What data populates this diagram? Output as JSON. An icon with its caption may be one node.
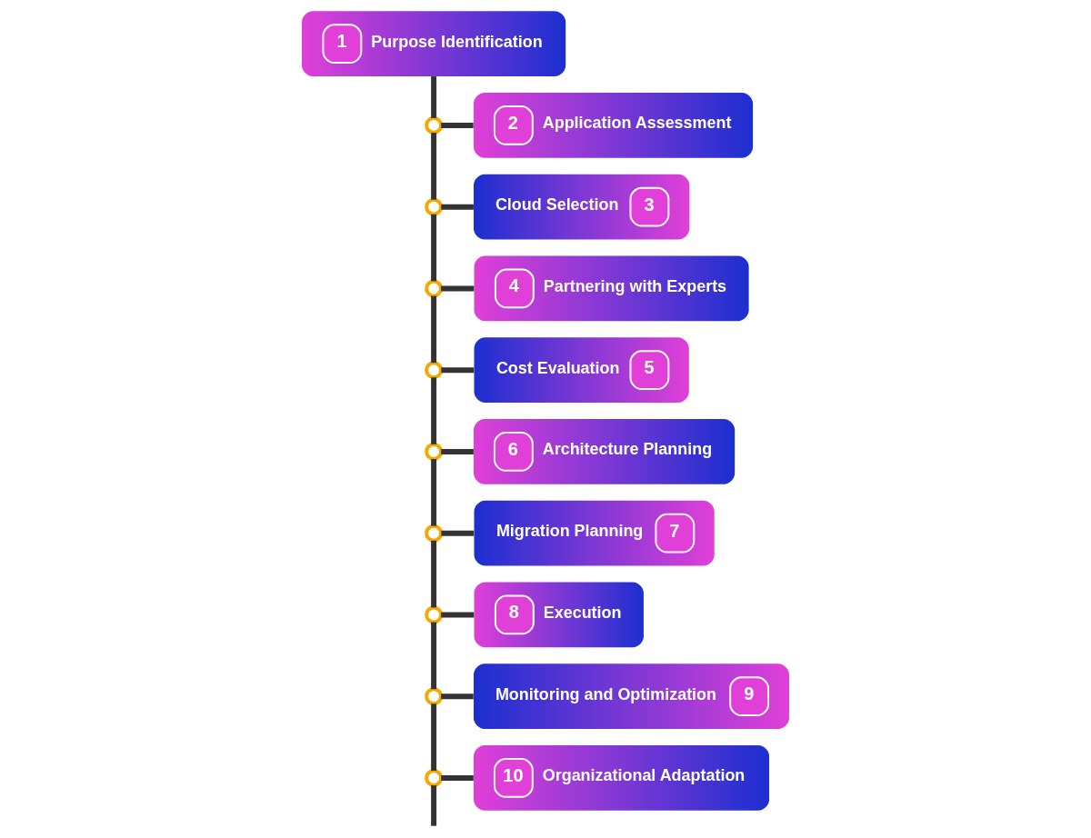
{
  "diagram": {
    "nodes": [
      {
        "text": [
          "1",
          "Purpose Identification"
        ]
      },
      {
        "text": [
          "2",
          "Application Assessment"
        ]
      },
      {
        "text": [
          "Cloud Selection",
          "3"
        ]
      },
      {
        "text": [
          "4",
          "Partnering with Experts"
        ]
      },
      {
        "text": [
          "Cost Evaluation",
          "5"
        ]
      },
      {
        "text": [
          "6",
          "Architecture Planning"
        ]
      },
      {
        "text": [
          "Migration Planning",
          "7"
        ]
      },
      {
        "text": [
          "8",
          "Execution"
        ]
      },
      {
        "text": [
          "Monitoring and Optimization",
          "9"
        ]
      },
      {
        "text": [
          "10",
          "Organizational Adaptation"
        ]
      },
      {
        "text": [],
        "shape": "circle"
      },
      {
        "text": [],
        "shape": "circle"
      },
      {
        "text": [],
        "shape": "circle"
      },
      {
        "text": [],
        "shape": "circle"
      },
      {
        "text": [],
        "shape": "circle"
      },
      {
        "text": [],
        "shape": "circle"
      },
      {
        "text": [],
        "shape": "circle"
      },
      {
        "text": [],
        "shape": "circle"
      },
      {
        "text": [],
        "shape": "circle"
      }
    ],
    "edges": [
      {
        "from": 0,
        "to": 10,
        "arrow": "none"
      },
      {
        "from": 10,
        "to": 1,
        "arrow": "none"
      },
      {
        "from": 10,
        "to": 11,
        "arrow": "none"
      },
      {
        "from": 11,
        "to": 2,
        "arrow": "none"
      },
      {
        "from": 11,
        "to": 12,
        "arrow": "none"
      },
      {
        "from": 12,
        "to": 3,
        "arrow": "none"
      },
      {
        "from": 12,
        "to": 13,
        "arrow": "none"
      },
      {
        "from": 13,
        "to": 4,
        "arrow": "none"
      },
      {
        "from": 13,
        "to": 14,
        "arrow": "none"
      },
      {
        "from": 14,
        "to": 5,
        "arrow": "none"
      },
      {
        "from": 14,
        "to": 15,
        "arrow": "none"
      },
      {
        "from": 15,
        "to": 6,
        "arrow": "none"
      },
      {
        "from": 15,
        "to": 16,
        "arrow": "none"
      },
      {
        "from": 16,
        "to": 7,
        "arrow": "none"
      },
      {
        "from": 16,
        "to": 17,
        "arrow": "none"
      },
      {
        "from": 17,
        "to": 8,
        "arrow": "none"
      },
      {
        "from": 17,
        "to": 18,
        "arrow": "none"
      },
      {
        "from": 18,
        "to": 9,
        "arrow": "none"
      },
      {
        "from": 18,
        "to": null,
        "arrow": "none"
      }
    ]
  }
}
